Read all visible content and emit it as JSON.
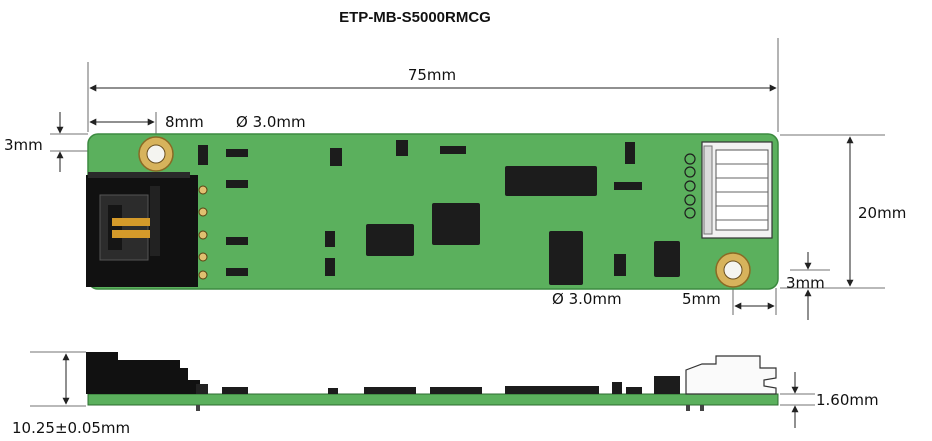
{
  "title": "ETP-MB-S5000RMCG",
  "dimensions": {
    "length": "75mm",
    "hole_offset": "8mm",
    "hole_dia_top": "Ø 3.0mm",
    "edge_top": "3mm",
    "height": "20mm",
    "edge_right": "3mm",
    "hole_dia_bottom": "Ø 3.0mm",
    "hole_offset_right": "5mm",
    "total_height": "10.25±0.05mm",
    "board_thickness": "1.60mm"
  },
  "colors": {
    "pcb": "#5bb05d",
    "pcb_edge": "#3c8a40",
    "chip": "#1c1c1c",
    "pad": "#d7b35c",
    "connector": "#f2f2f2"
  }
}
